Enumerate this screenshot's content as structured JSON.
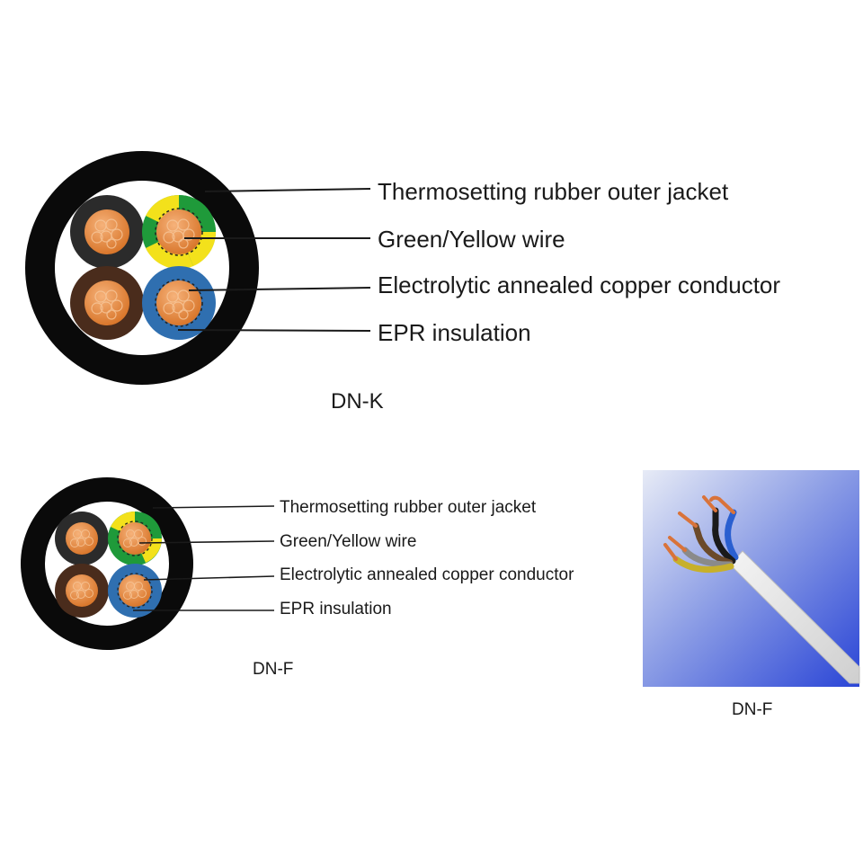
{
  "top_diagram": {
    "callouts": [
      "Thermosetting rubber outer jacket",
      "Green/Yellow wire",
      "Electrolytic annealed copper conductor",
      "EPR insulation"
    ],
    "caption": "DN-K"
  },
  "bottom_diagram": {
    "callouts": [
      "Thermosetting rubber outer jacket",
      "Green/Yellow wire",
      "Electrolytic annealed copper conductor",
      "EPR insulation"
    ],
    "caption": "DN-F"
  },
  "photo": {
    "caption": "DN-F"
  },
  "colors": {
    "jacket": "#0a0a0a",
    "core_black": "#2b2b2b",
    "core_brown": "#4a2c1c",
    "core_blue": "#2f6fb0",
    "core_green": "#1f9a3a",
    "core_yellow": "#f3e11b",
    "copper": "#e0863a",
    "photo_bg_dark": "#3050d8",
    "photo_bg_light": "#d9def2"
  }
}
